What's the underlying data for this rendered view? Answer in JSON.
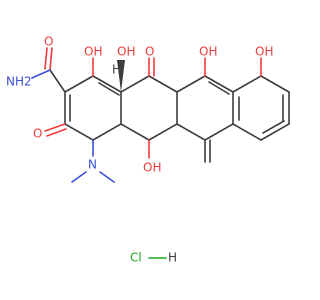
{
  "molecule": {
    "salt": "HCl",
    "atom_labels": {
      "amide_nh2": "NH2",
      "amide_o": "O",
      "oh_c1": "OH",
      "oh_c12a": "OH",
      "h_stereo": "H",
      "keto_c11": "O",
      "oh_c10": "OH",
      "oh_c9": "OH",
      "keto_c3": "O",
      "oh_c5": "OH",
      "dimethylamino_n": "N",
      "salt_cl": "Cl",
      "salt_h": "H"
    },
    "colors": {
      "carbon": "#3d3d3d",
      "oxygen": "#ee3b3b",
      "nitrogen": "#3b4fd6",
      "chlorine": "#19a91d"
    }
  }
}
